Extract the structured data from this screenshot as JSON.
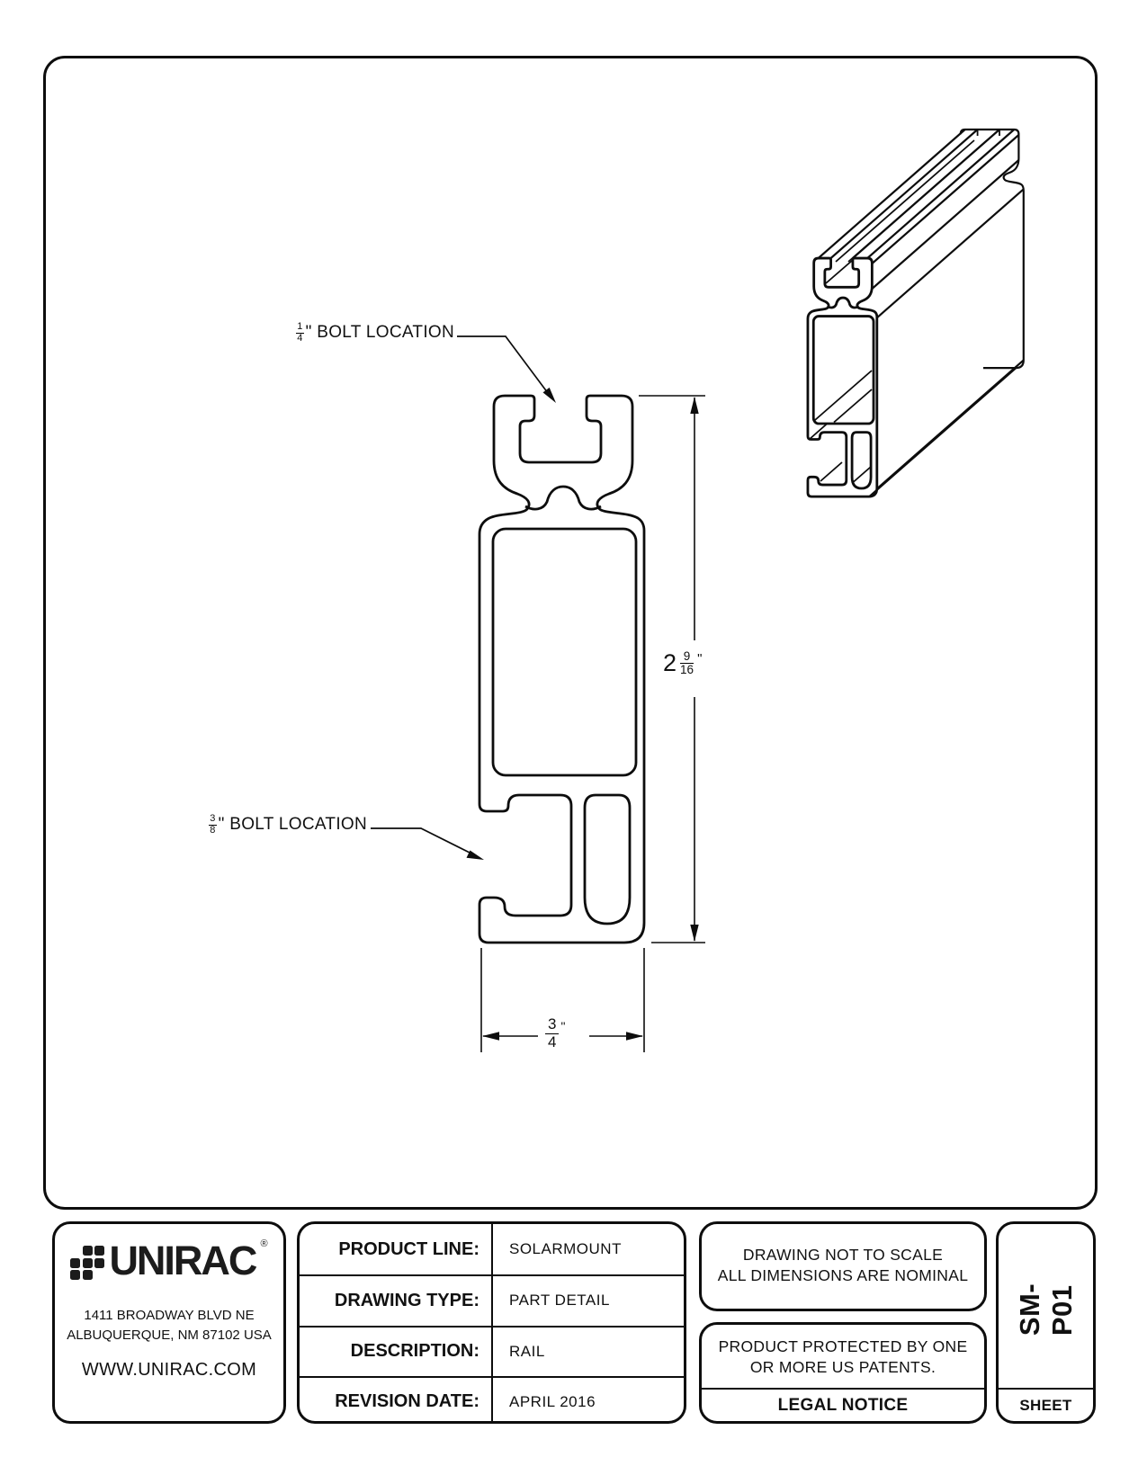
{
  "drawing": {
    "labels": {
      "top_bolt": {
        "num": "1",
        "den": "4",
        "suffix": "\" BOLT LOCATION"
      },
      "bottom_bolt": {
        "num": "3",
        "den": "8",
        "suffix": "\" BOLT LOCATION"
      }
    },
    "dimensions": {
      "height": {
        "whole": "2",
        "num": "9",
        "den": "16",
        "unit": "\""
      },
      "width": {
        "num": "3",
        "den": "4",
        "unit": "\""
      }
    }
  },
  "title_block": {
    "company": {
      "name": "UNIRAC",
      "reg": "®",
      "address_line1": "1411 BROADWAY BLVD NE",
      "address_line2": "ALBUQUERQUE, NM 87102 USA",
      "website": "WWW.UNIRAC.COM"
    },
    "fields": [
      {
        "label": "PRODUCT LINE:",
        "value": "SOLARMOUNT"
      },
      {
        "label": "DRAWING TYPE:",
        "value": "PART DETAIL"
      },
      {
        "label": "DESCRIPTION:",
        "value": "RAIL"
      },
      {
        "label": "REVISION DATE:",
        "value": "APRIL 2016"
      }
    ],
    "notices": {
      "scale_line1": "DRAWING NOT TO SCALE",
      "scale_line2": "ALL DIMENSIONS ARE NOMINAL",
      "patent_line1": "PRODUCT PROTECTED BY ONE",
      "patent_line2": "OR MORE US PATENTS.",
      "legal": "LEGAL NOTICE"
    },
    "sheet": {
      "number": "SM-P01",
      "label": "SHEET"
    }
  }
}
